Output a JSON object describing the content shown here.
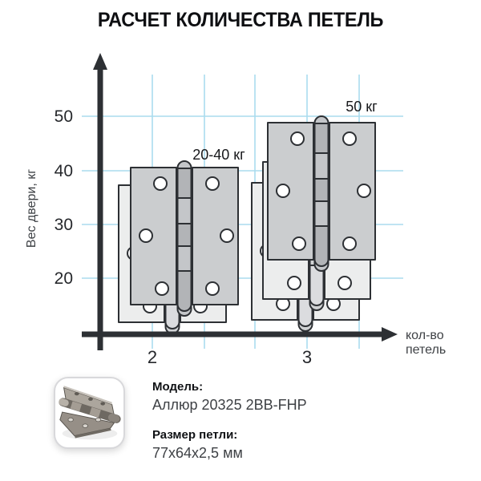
{
  "title": "РАСЧЕТ КОЛИЧЕСТВА ПЕТЕЛЬ",
  "chart_data": {
    "type": "scatter",
    "title": "РАСЧЕТ КОЛИЧЕСТВА ПЕТЕЛЬ",
    "xlabel": "кол-во петель",
    "ylabel": "Вес двери, кг",
    "x_ticks": [
      "2",
      "3"
    ],
    "y_ticks": [
      "50",
      "40",
      "30",
      "20"
    ],
    "y_tick_values": [
      50,
      40,
      30,
      20
    ],
    "grid": true,
    "legend": "none",
    "points": [
      {
        "hinge_count": 2,
        "weight_label": "20-40 кг",
        "weight_min_kg": 20,
        "weight_max_kg": 40
      },
      {
        "hinge_count": 3,
        "weight_label": "50 кг",
        "weight_kg": 50
      }
    ]
  },
  "axis_labels": {
    "y": "Вес двери, кг",
    "x_line1": "кол-во",
    "x_line2": "петель"
  },
  "info": {
    "model_label": "Модель:",
    "model_value": "Аллюр 20325 2BB-FHP",
    "size_label": "Размер петли:",
    "size_value": "77х64х2,5 мм"
  },
  "icons": {
    "thumbnail": "hinge-photo-icon"
  },
  "colors": {
    "grid_blue": "#aadcee",
    "axis_dark": "#2d3034",
    "hinge_front": "#cbcdcf",
    "hinge_back": "#eceded",
    "knuckle": "#b2b4b7",
    "title_text": "#0e0f12",
    "secondary_text": "#3e4145"
  }
}
